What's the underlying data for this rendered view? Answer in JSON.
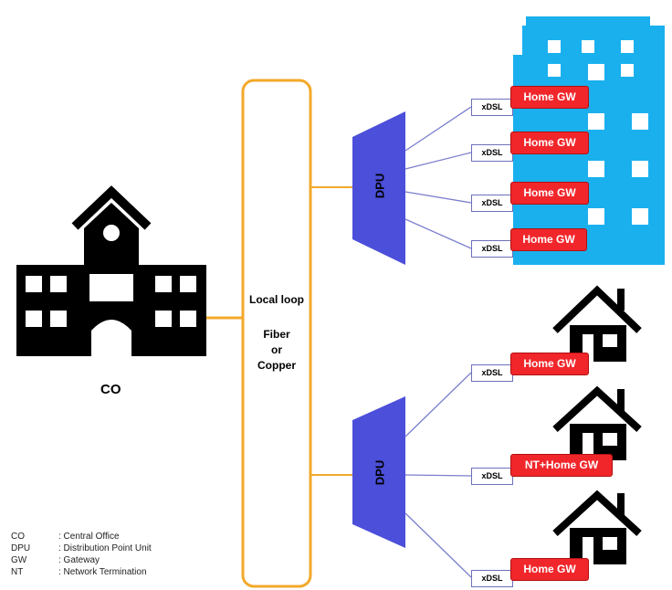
{
  "co_label": "CO",
  "local_loop": {
    "title": "Local loop",
    "line1": "Fiber",
    "line2": "or",
    "line3": "Copper"
  },
  "dpu_labels": [
    "DPU",
    "DPU"
  ],
  "building_gateways": [
    "Home GW",
    "Home GW",
    "Home GW",
    "Home GW"
  ],
  "house_gateways": [
    "Home GW",
    "NT+Home GW",
    "Home GW"
  ],
  "xdsl_label": "xDSL",
  "legend": [
    {
      "abbr": "CO",
      "desc": ": Central Office"
    },
    {
      "abbr": "DPU",
      "desc": ": Distribution Point Unit"
    },
    {
      "abbr": "GW",
      "desc": ": Gateway"
    },
    {
      "abbr": "NT",
      "desc": ": Network Termination"
    }
  ],
  "colors": {
    "building": "#1ab0ee",
    "dpu": "#4b4fd9",
    "gateway": "#f0262b",
    "loop_border": "#f3a92b",
    "line": "#7b7fce"
  }
}
